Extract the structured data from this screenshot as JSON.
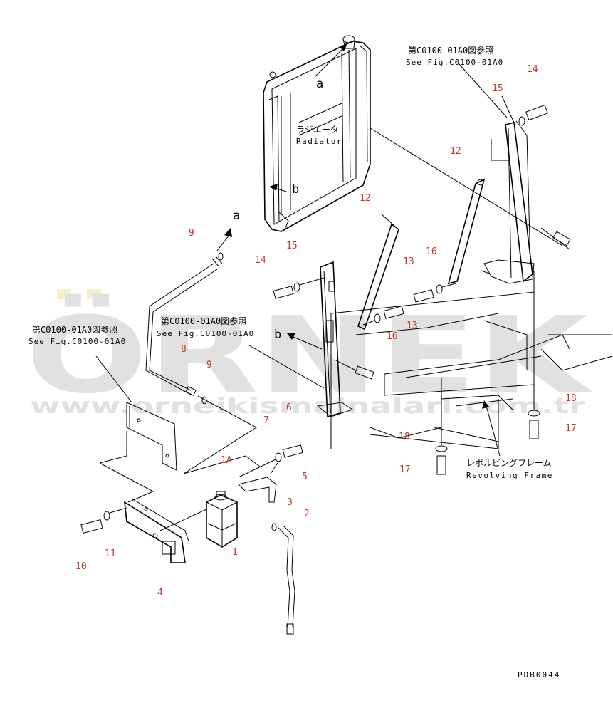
{
  "watermark": {
    "brand": "ÖRNEK",
    "url": "www.orneikismalnalarl.com.tr"
  },
  "parts": {
    "radiator_label_jp": "ラジエータ",
    "radiator_label_en": "Radiator",
    "frame_label_jp": "レボルビングフレーム",
    "frame_label_en": "Revolving Frame",
    "ref_jp": "第C0100-01A0図参照",
    "ref_en": "See Fig.C0100-01A0"
  },
  "callouts": {
    "a": "a",
    "b": "b",
    "n1": "1",
    "n1A": "1A",
    "n2": "2",
    "n3": "3",
    "n4": "4",
    "n5": "5",
    "n6": "6",
    "n7": "7",
    "n8": "8",
    "n9": "9",
    "n10": "10",
    "n11": "11",
    "n12": "12",
    "n13": "13",
    "n14": "14",
    "n15": "15",
    "n16": "16",
    "n17": "17",
    "n18": "18"
  },
  "drawing_number": "PDB0044",
  "colors": {
    "callout": "#c0392b",
    "line": "#000000",
    "watermark": "#c9c9c9",
    "watermark_accent": "#f1e3a0"
  }
}
